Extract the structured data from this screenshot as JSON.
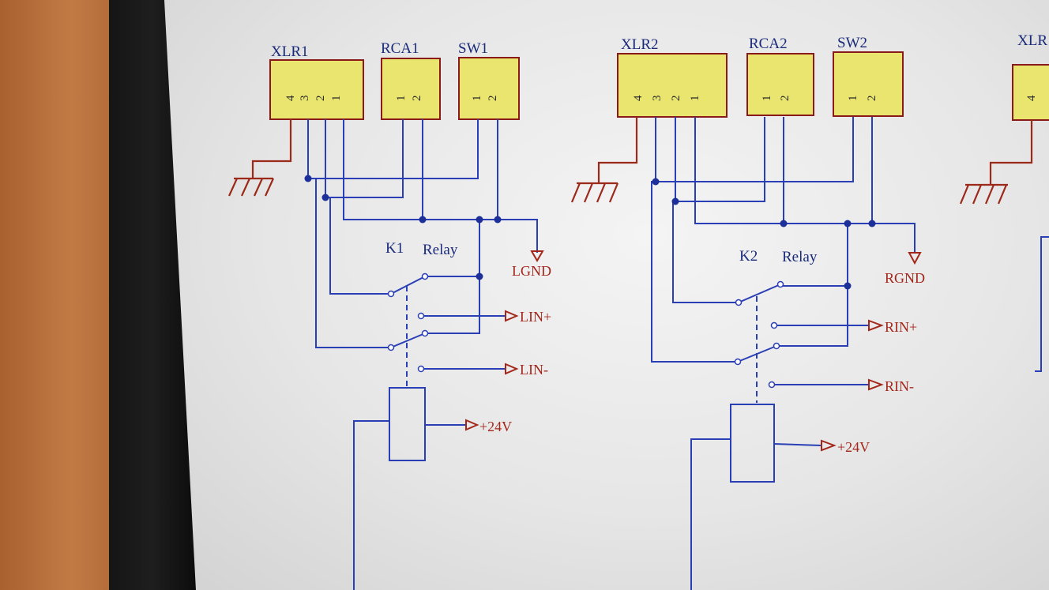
{
  "left_block": {
    "xlr": "XLR1",
    "rca": "RCA1",
    "sw": "SW1",
    "relay_ref": "K1",
    "relay_type": "Relay",
    "gnd_net": "LGND",
    "in_plus": "LIN+",
    "in_minus": "LIN-",
    "supply": "+24V"
  },
  "right_block": {
    "xlr": "XLR2",
    "rca": "RCA2",
    "sw": "SW2",
    "relay_ref": "K2",
    "relay_type": "Relay",
    "gnd_net": "RGND",
    "in_plus": "RIN+",
    "in_minus": "RIN-",
    "supply": "+24V"
  },
  "partial_block": {
    "xlr": "XLR"
  },
  "pins": {
    "p1": "1",
    "p2": "2",
    "p3": "3",
    "p4": "4"
  },
  "colors": {
    "wire": "#2a3fb5",
    "connector_fill": "#e9e56f",
    "net_label": "#a3261a",
    "part_label": "#1a2a7a"
  }
}
